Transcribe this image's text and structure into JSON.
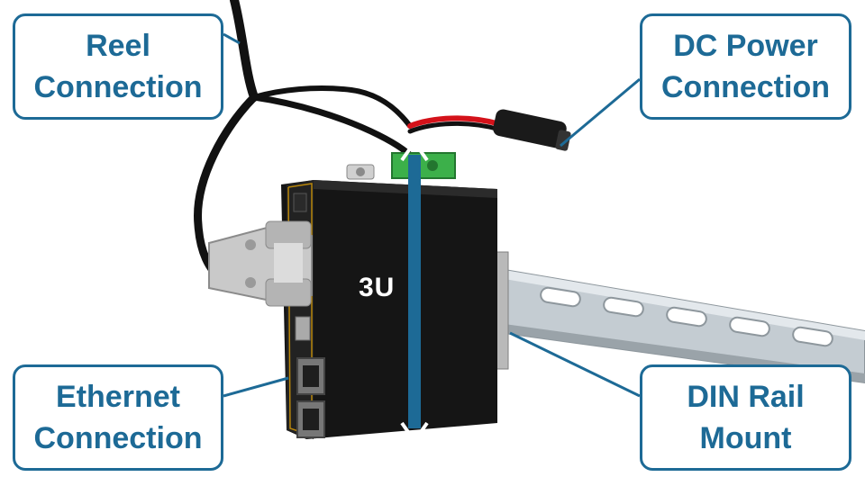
{
  "callouts": {
    "reel": {
      "line1": "Reel",
      "line2": "Connection"
    },
    "dc_power": {
      "line1": "DC Power",
      "line2": "Connection"
    },
    "ethernet": {
      "line1": "Ethernet",
      "line2": "Connection"
    },
    "din_rail": {
      "line1": "DIN Rail",
      "line2": "Mount"
    }
  },
  "height_label": "3U",
  "colors": {
    "accent": "#1d6a96",
    "device_body": "#151515",
    "rail": "#b9c2c8",
    "connector": "#c9c9c9",
    "terminal": "#3cb04a",
    "cable": "#111111",
    "power_wire": "#d4121a"
  }
}
